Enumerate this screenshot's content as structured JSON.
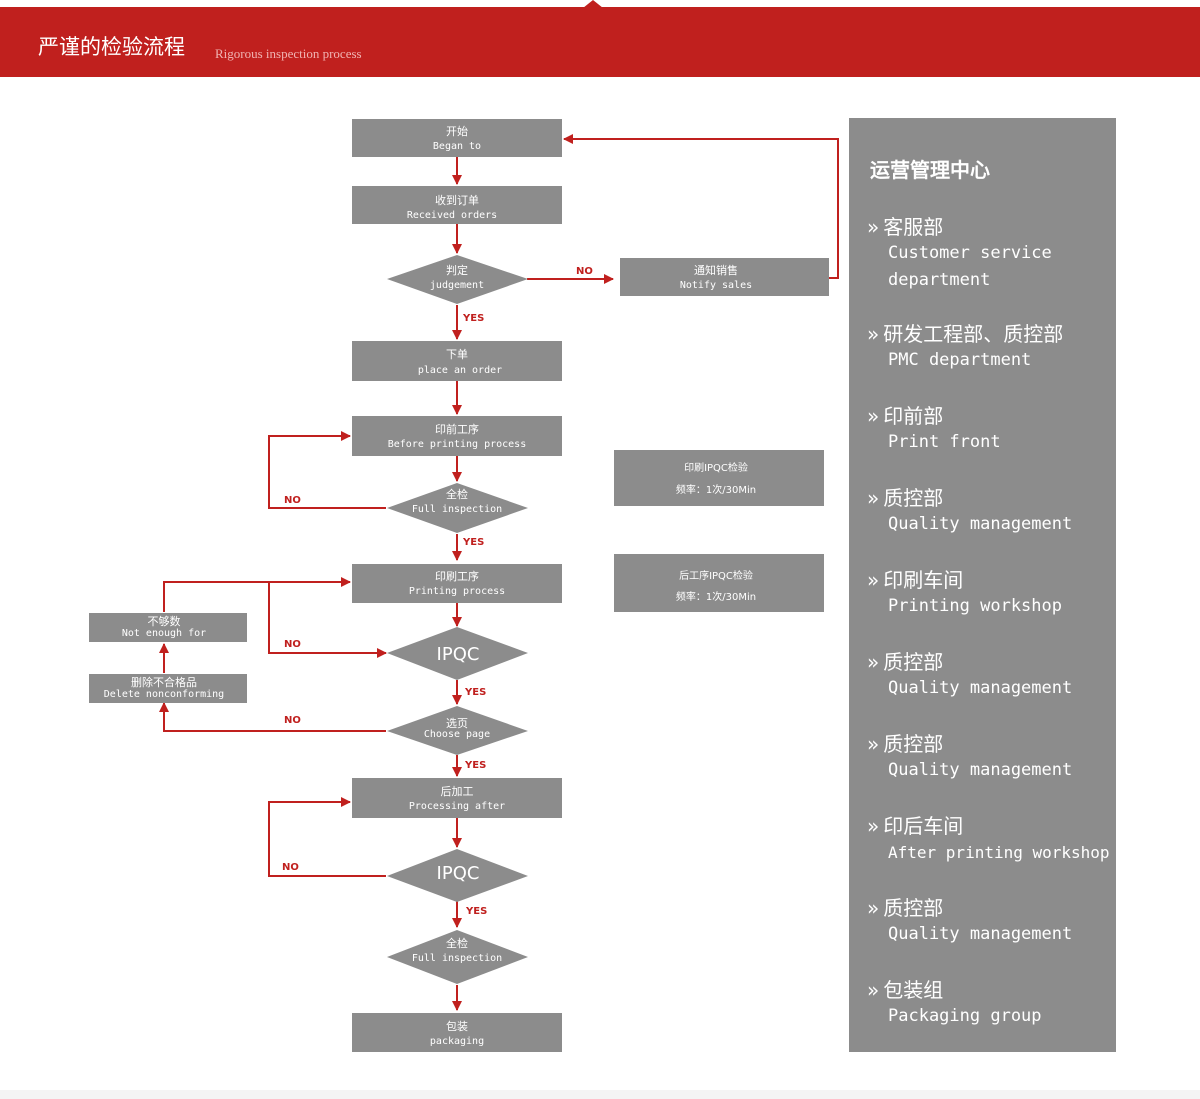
{
  "header": {
    "title": "严谨的检验流程",
    "subtitle": "Rigorous inspection process"
  },
  "colors": {
    "accent": "#c0201e",
    "box": "#8c8c8c",
    "arrow": "#c0201e"
  },
  "flow": {
    "start": {
      "zh": "开始",
      "en": "Began to"
    },
    "received": {
      "zh": "收到订单",
      "en": "Received orders"
    },
    "judgement": {
      "zh": "判定",
      "en": "judgement"
    },
    "notify": {
      "zh": "通知销售",
      "en": "Notify sales"
    },
    "place": {
      "zh": "下单",
      "en": "place an order"
    },
    "prepress": {
      "zh": "印前工序",
      "en": "Before printing process"
    },
    "full1": {
      "zh": "全检",
      "en": "Full inspection"
    },
    "printing": {
      "zh": "印刷工序",
      "en": "Printing process"
    },
    "ipqc1": "IPQC",
    "choose": {
      "zh": "选页",
      "en": "Choose page"
    },
    "after": {
      "zh": "后加工",
      "en": "Processing after"
    },
    "ipqc2": "IPQC",
    "full2": {
      "zh": "全检",
      "en": "Full inspection"
    },
    "packaging": {
      "zh": "包装",
      "en": "packaging"
    },
    "not_enough": {
      "zh": "不够数",
      "en": "Not enough for"
    },
    "delete": {
      "zh": "删除不合格品",
      "en": "Delete nonconforming"
    },
    "note1": {
      "title": "印刷IPQC检验",
      "freq": "频率：1次/30Min"
    },
    "note2": {
      "title": "后工序IPQC检验",
      "freq": "频率：1次/30Min"
    },
    "labels": {
      "yes": "YES",
      "no": "NO"
    }
  },
  "panel": {
    "title": "运营管理中心",
    "items": [
      {
        "zh": "客服部",
        "en1": "Customer service",
        "en2": "department"
      },
      {
        "zh": "研发工程部、质控部",
        "en1": "PMC department"
      },
      {
        "zh": "印前部",
        "en1": "Print front"
      },
      {
        "zh": "质控部",
        "en1": "Quality management"
      },
      {
        "zh": "印刷车间",
        "en1": "Printing workshop"
      },
      {
        "zh": "质控部",
        "en1": "Quality management"
      },
      {
        "zh": "质控部",
        "en1": "Quality management"
      },
      {
        "zh": "印后车间",
        "en1": "After printing workshop"
      },
      {
        "zh": "质控部",
        "en1": "Quality management"
      },
      {
        "zh": "包装组",
        "en1": "Packaging group"
      }
    ]
  }
}
